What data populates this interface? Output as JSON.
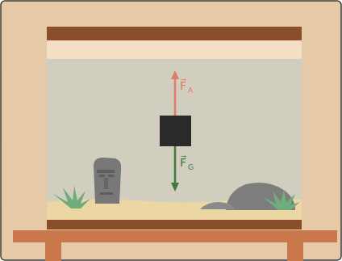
{
  "diagram": {
    "labels": [
      "F⃗",
      "A",
      "F⃗",
      "G"
    ]
  }
}
